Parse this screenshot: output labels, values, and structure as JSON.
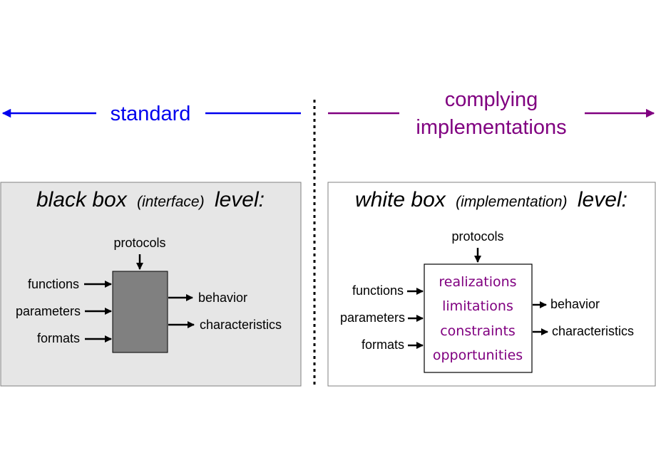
{
  "colors": {
    "standard": "#0000ee",
    "implementations": "#800080",
    "black_box_bg": "#e6e6e6",
    "black_box_core": "#808080",
    "border": "#808080"
  },
  "header": {
    "standard_label": "standard",
    "implementations_line1": "complying",
    "implementations_line2": "implementations"
  },
  "black_box": {
    "title_main": "black box",
    "title_paren": "(interface)",
    "title_end": "level:",
    "top_input": "protocols",
    "inputs": [
      "functions",
      "parameters",
      "formats"
    ],
    "outputs": [
      "behavior",
      "characteristics"
    ]
  },
  "white_box": {
    "title_main": "white box",
    "title_paren": "(implementation)",
    "title_end": "level:",
    "top_input": "protocols",
    "inputs": [
      "functions",
      "parameters",
      "formats"
    ],
    "outputs": [
      "behavior",
      "characteristics"
    ],
    "contents": [
      "realizations",
      "limitations",
      "constraints",
      "opportunities"
    ]
  }
}
